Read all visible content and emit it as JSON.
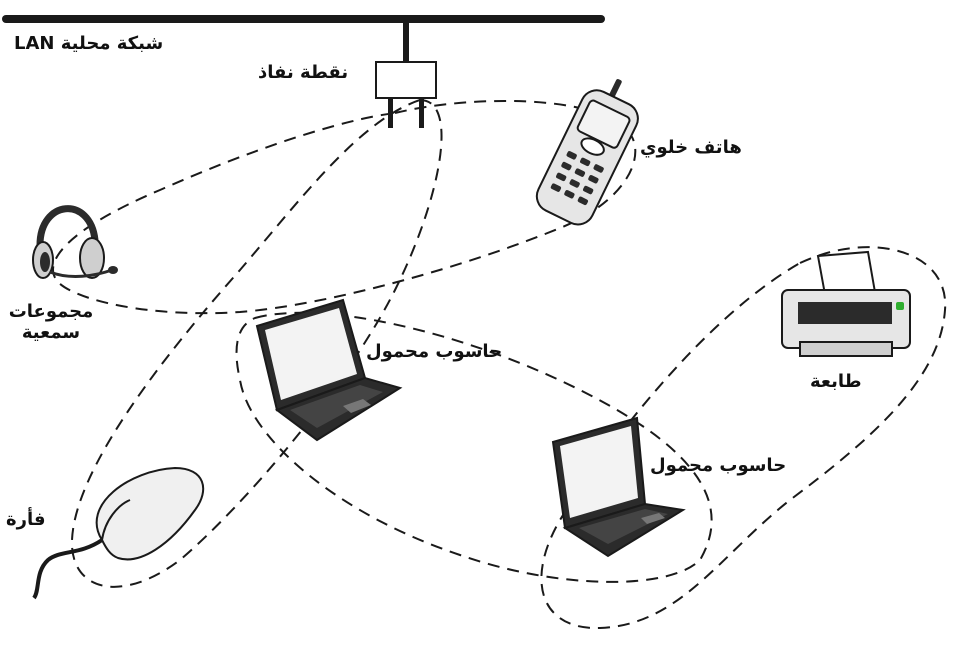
{
  "labels": {
    "lan": "شبكة محلية LAN",
    "access_point": "نقطة نفاذ",
    "cell_phone": "هاتف خلوي",
    "headset_line1": "مجموعات",
    "headset_line2": "سمعية",
    "laptop_1": "حاسوب محمول",
    "printer": "طابعة",
    "laptop_2": "حاسوب محمول",
    "mouse": "فأرة"
  },
  "colors": {
    "line": "#1a1a1a",
    "device_body": "#2b2b2b",
    "screen": "#f3f3f3",
    "light_body": "#e6e6e6",
    "led": "#2fae2f"
  },
  "icons": [
    "access-point-icon",
    "cell-phone-icon",
    "headset-icon",
    "laptop-icon",
    "printer-icon",
    "mouse-icon"
  ]
}
